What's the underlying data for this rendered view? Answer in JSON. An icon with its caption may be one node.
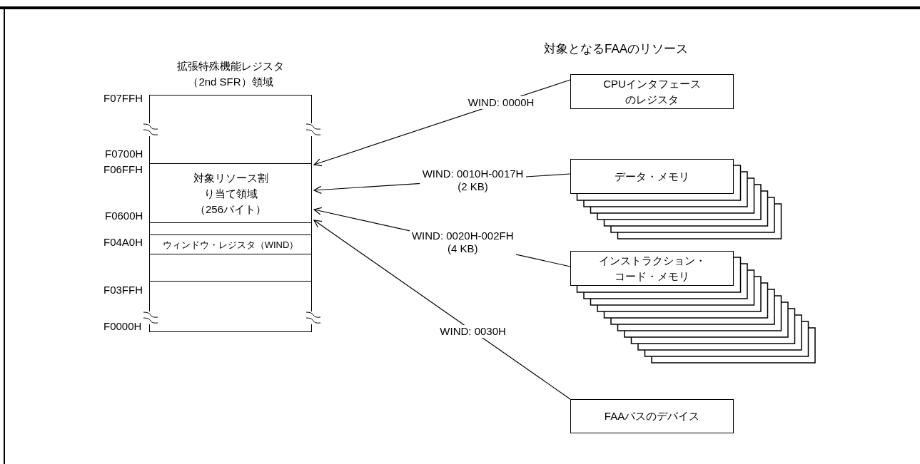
{
  "diagram": {
    "nodes": [
      {
        "text": [
          "拡張特殊機能レジスタ（2nd SFR）領域"
        ]
      },
      {
        "text": [],
        "shape": "box",
        "in": 0
      },
      {
        "text": [
          "対象リソース割り当て領域（256バイト）"
        ],
        "in": 0
      },
      {
        "text": [],
        "shape": "box",
        "in": 0
      },
      {
        "text": [
          "ウィンドウ・レジスタ（WIND）"
        ],
        "in": 0
      },
      {
        "text": [],
        "shape": "box",
        "in": 0
      },
      {
        "text": [],
        "shape": "box",
        "in": 0
      },
      {
        "text": [
          "CPUインタフェースのレジスタ"
        ]
      },
      {
        "text": [
          "データ・メモリ"
        ]
      },
      {
        "text": [
          "インストラクション・コード・メモリ"
        ]
      },
      {
        "text": [
          "FAAバスのデバイス"
        ]
      }
    ],
    "edges": [
      {
        "from": 7,
        "to": 2,
        "arrow": "to",
        "label": "WIND: 0000H"
      },
      {
        "from": 8,
        "to": 2,
        "arrow": "to",
        "label": "WIND: 0010H-0017H (2 KB)"
      },
      {
        "from": 9,
        "to": 2,
        "arrow": "to",
        "label": "WIND: 0020H-002FH (4 KB)"
      },
      {
        "from": 10,
        "to": 2,
        "arrow": "to",
        "label": "WIND: 0030H"
      }
    ],
    "labels": [
      "F07FFH",
      "F0700H",
      "F06FFH",
      "F0600H",
      "F04A0H",
      "F03FFH",
      "F0000H",
      "対象となるFAAのリソース"
    ]
  }
}
